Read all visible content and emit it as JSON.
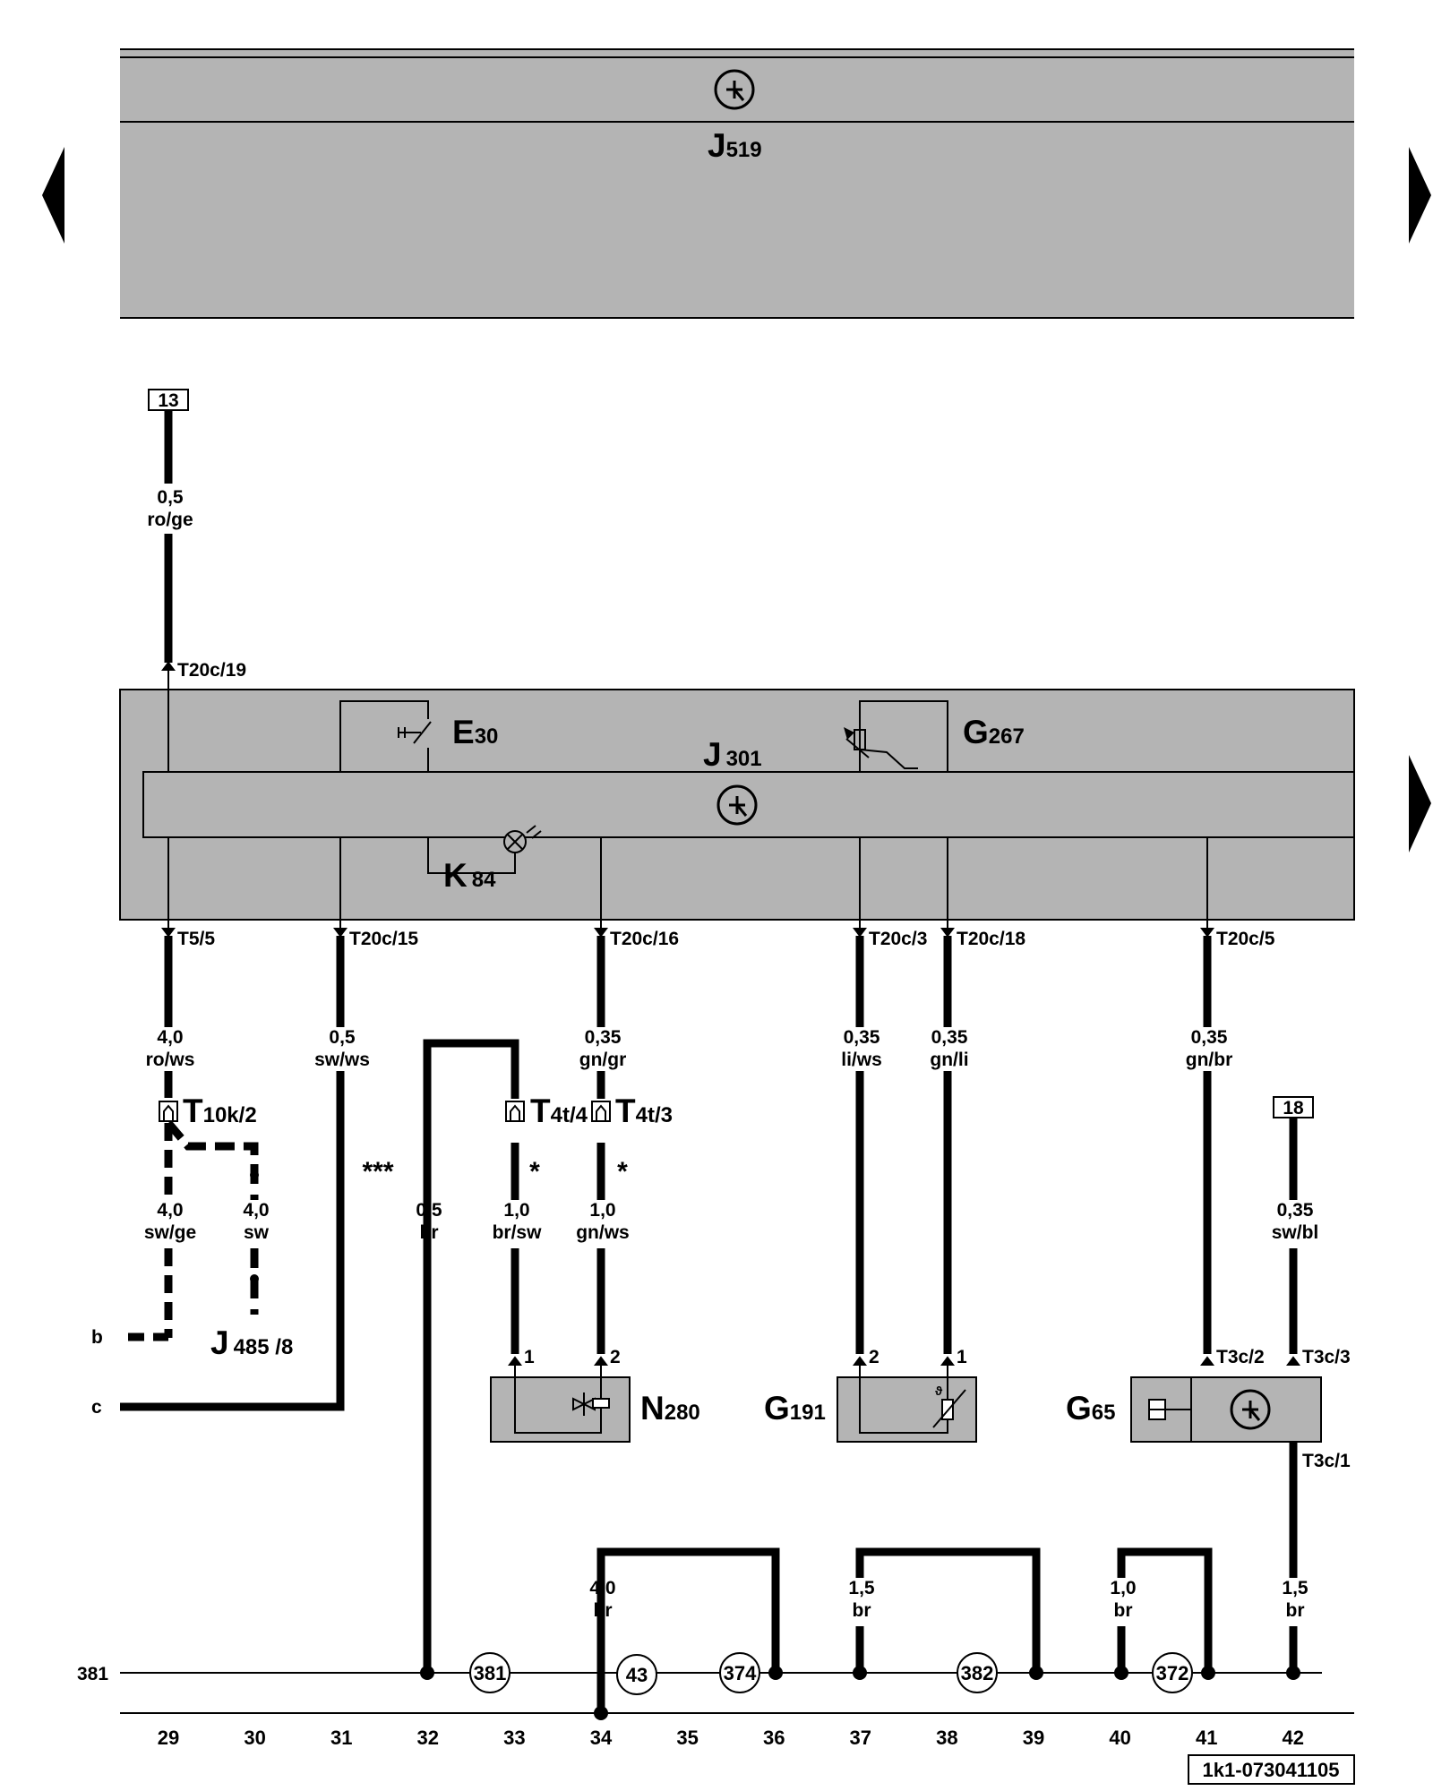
{
  "navigation": {
    "prev_page": "arrow-left",
    "next_page": "arrow-right"
  },
  "components": {
    "j519": {
      "letter": "J",
      "number": "519"
    },
    "j301": {
      "letter": "J",
      "number": "301"
    },
    "e30": {
      "letter": "E",
      "number": "30"
    },
    "g267": {
      "letter": "G",
      "number": "267"
    },
    "k84": {
      "letter": "K",
      "number": "84"
    },
    "n280": {
      "letter": "N",
      "number": "280"
    },
    "g191": {
      "letter": "G",
      "number": "191"
    },
    "g65": {
      "letter": "G",
      "number": "65"
    },
    "j485": {
      "letter": "J",
      "number": "485 /8"
    },
    "t10k2": {
      "letter": "T",
      "number": "10k/2"
    },
    "t4t4": {
      "letter": "T",
      "number": "4t/4"
    },
    "t4t3": {
      "letter": "T",
      "number": "4t/3"
    }
  },
  "references": {
    "ref_13": "13",
    "ref_18": "18"
  },
  "pins": {
    "t20c19": "T20c/19",
    "t55": "T5/5",
    "t20c15": "T20c/15",
    "t20c16": "T20c/16",
    "t20c3": "T20c/3",
    "t20c18": "T20c/18",
    "t20c5": "T20c/5",
    "n280_1": "1",
    "n280_2": "2",
    "g191_2": "2",
    "g191_1": "1",
    "t3c2": "T3c/2",
    "t3c3": "T3c/3",
    "t3c1": "T3c/1"
  },
  "wires": {
    "w_top": {
      "size": "0,5",
      "color": "ro/ge"
    },
    "w_29": {
      "size": "4,0",
      "color": "ro/ws"
    },
    "w_31": {
      "size": "0,5",
      "color": "sw/ws"
    },
    "w_34a": {
      "size": "0,35",
      "color": "gn/gr"
    },
    "w_37a": {
      "size": "0,35",
      "color": "li/ws"
    },
    "w_38a": {
      "size": "0,35",
      "color": "gn/li"
    },
    "w_41a": {
      "size": "0,35",
      "color": "gn/br"
    },
    "w_29b": {
      "size": "4,0",
      "color": "sw/ge"
    },
    "w_30b": {
      "size": "4,0",
      "color": "sw"
    },
    "w_32": {
      "size": "0,5",
      "color": "br"
    },
    "w_33": {
      "size": "1,0",
      "color": "br/sw"
    },
    "w_34b": {
      "size": "1,0",
      "color": "gn/ws"
    },
    "w_42a": {
      "size": "0,35",
      "color": "sw/bl"
    },
    "w_34g": {
      "size": "4,0",
      "color": "br"
    },
    "w_37g": {
      "size": "1,5",
      "color": "br"
    },
    "w_40g": {
      "size": "1,0",
      "color": "br"
    },
    "w_42g": {
      "size": "1,5",
      "color": "br"
    }
  },
  "markers": {
    "triple": "***",
    "single": "*"
  },
  "side_labels": {
    "b": "b",
    "c": "c",
    "ground_381": "381"
  },
  "ground_points": [
    "381",
    "43",
    "374",
    "382",
    "372"
  ],
  "current_track": [
    "29",
    "30",
    "31",
    "32",
    "33",
    "34",
    "35",
    "36",
    "37",
    "38",
    "39",
    "40",
    "41",
    "42"
  ],
  "doc_id": "1k1-073041105",
  "colors": {
    "housing_fill": "#b4b4b4",
    "line": "#000000",
    "background": "#ffffff"
  }
}
